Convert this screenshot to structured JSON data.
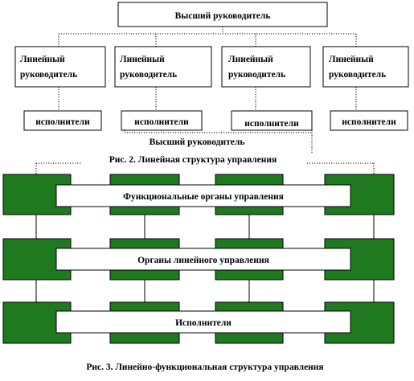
{
  "fig2": {
    "top": "Высший руководитель",
    "managers": [
      [
        "Линейный",
        "руководитель"
      ],
      [
        "Линейный",
        "руководитель"
      ],
      [
        "Линейный",
        "руководитель"
      ],
      [
        "Линейный",
        "руководитель"
      ]
    ],
    "executors": [
      "исполнители",
      "исполнители",
      "исполнители",
      "исполнители"
    ],
    "caption": "Рис. 2. Линейная структура управления"
  },
  "fig3": {
    "top": "Высший руководитель",
    "bars": [
      "Функциональные органы управления",
      "Органы линейного управления",
      "Исполнители"
    ],
    "caption": "Рис. 3. Линейно-функциональная структура управления",
    "green_color": "#1f7a1f"
  }
}
